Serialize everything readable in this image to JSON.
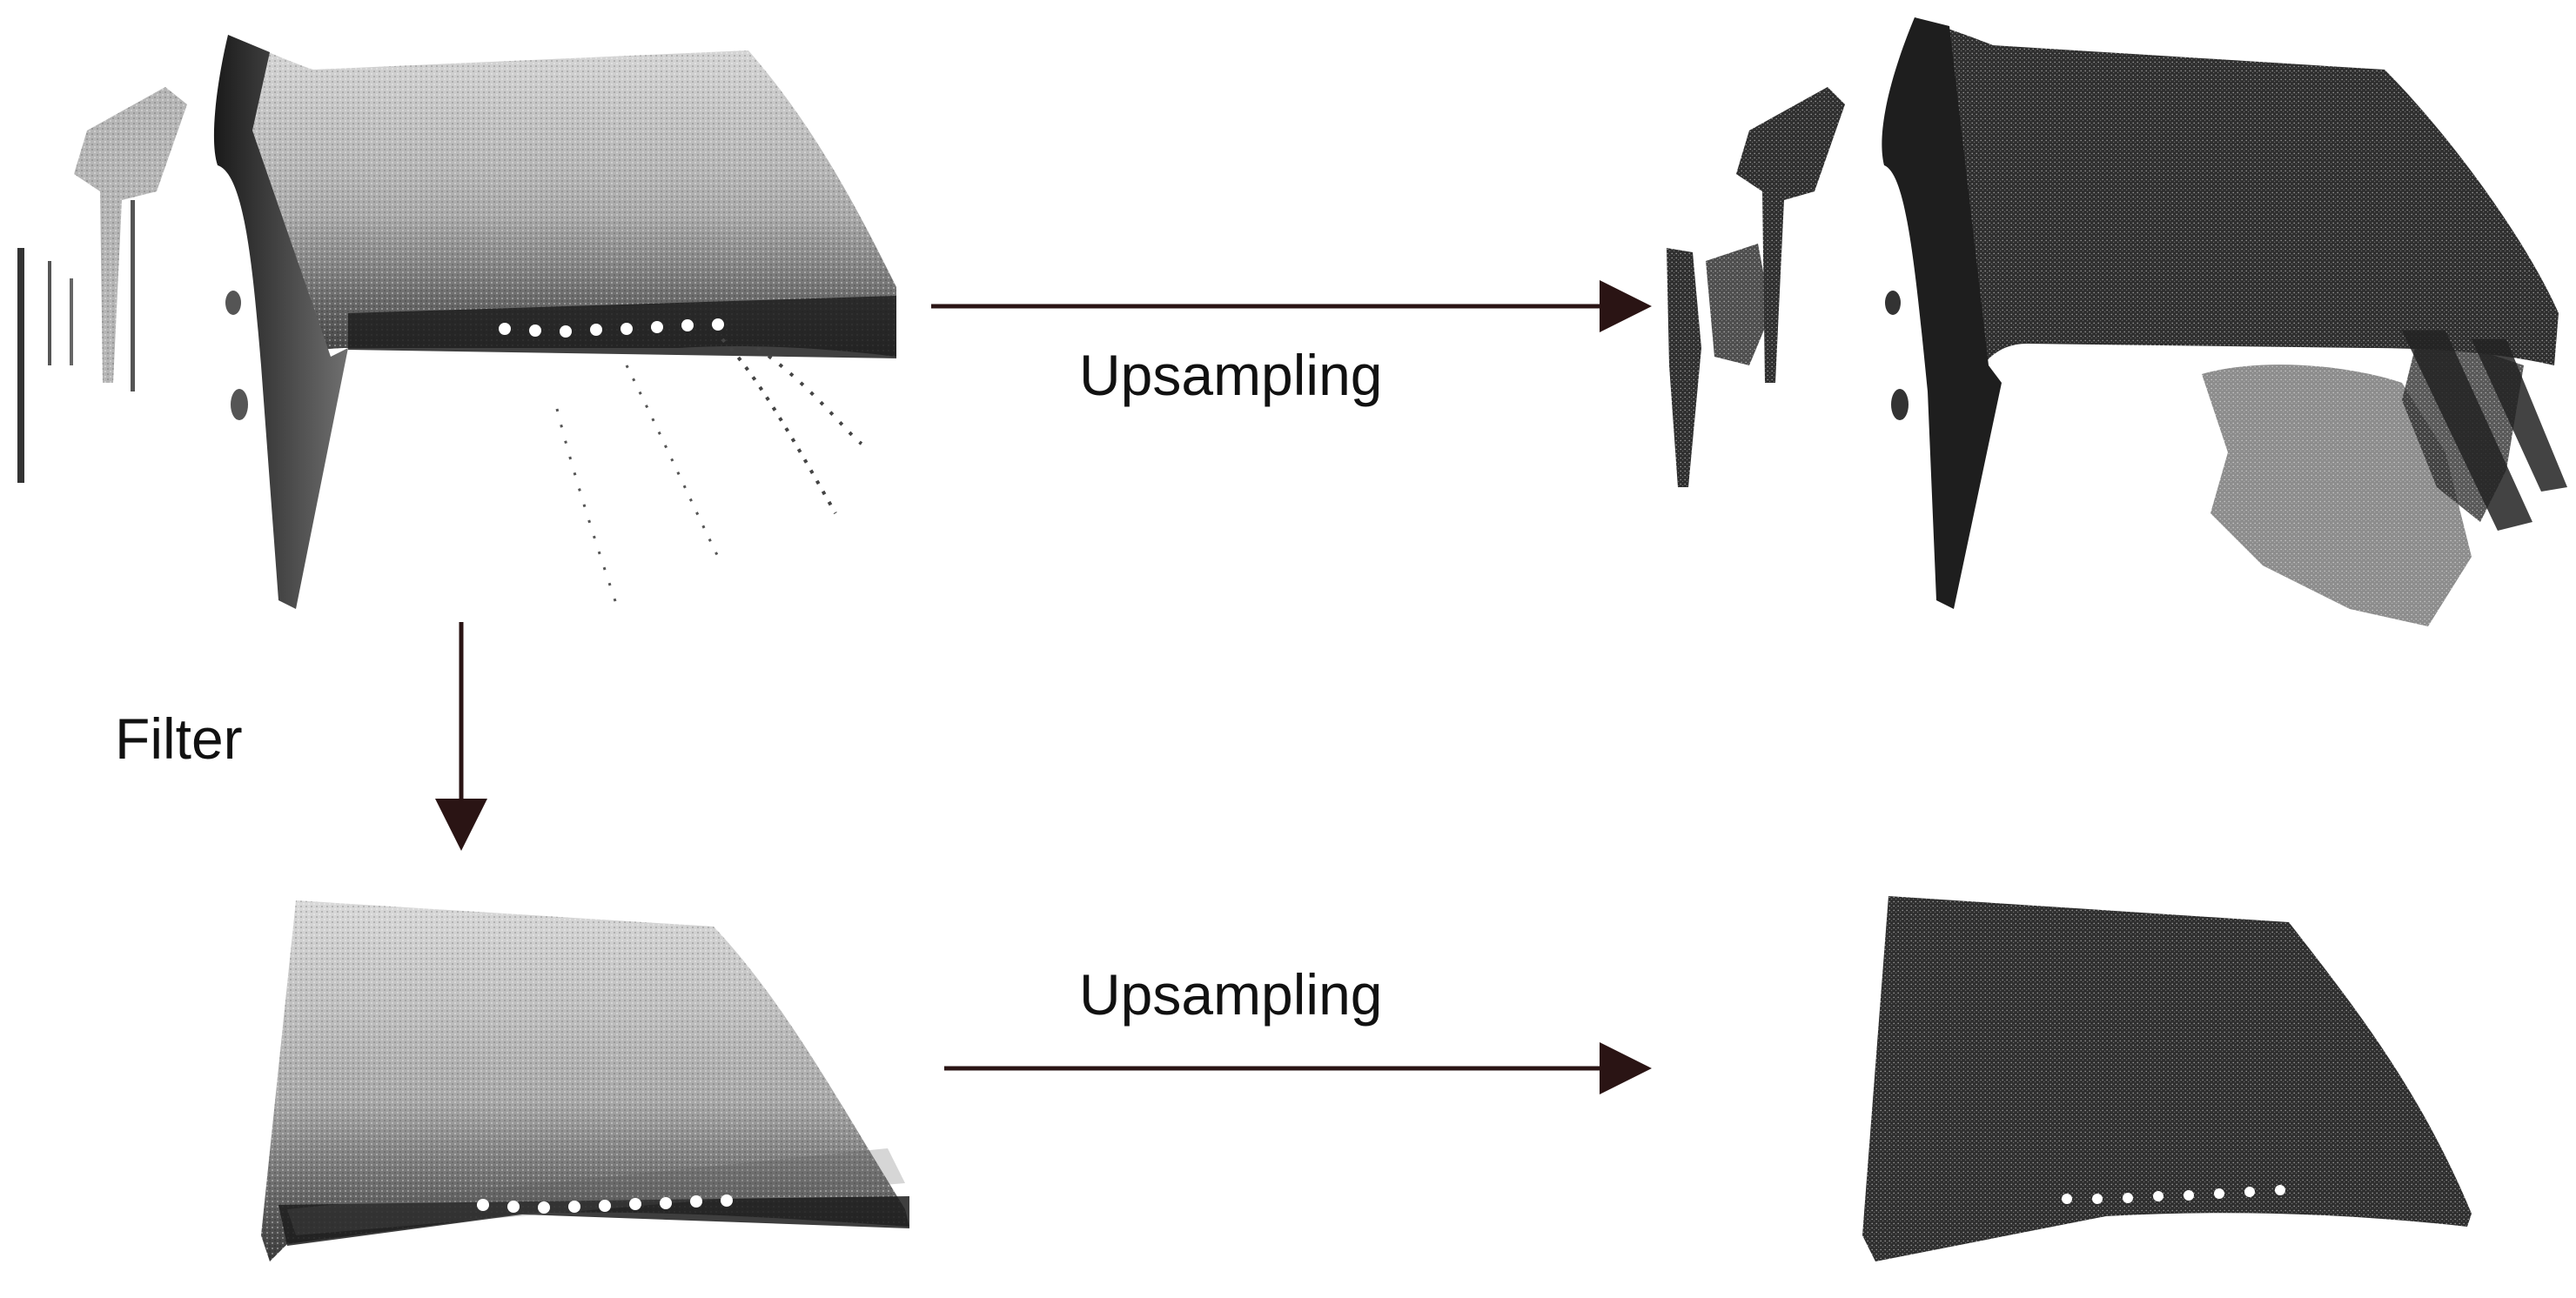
{
  "labels": {
    "upsampling_top": "Upsampling",
    "upsampling_bottom": "Upsampling",
    "filter": "Filter"
  },
  "colors": {
    "arrow": "#2a1414",
    "raw_cloud_light": "#c8c8c8",
    "raw_cloud_dark": "#2b2b2b",
    "upsampled_cloud": "#333333",
    "holes": "#ffffff"
  },
  "panels": [
    {
      "id": "raw",
      "description_name": "raw-point-cloud"
    },
    {
      "id": "upsampled",
      "description_name": "upsampled-point-cloud"
    },
    {
      "id": "filtered",
      "description_name": "filtered-point-cloud"
    },
    {
      "id": "filtered-upsampled",
      "description_name": "filtered-upsampled-point-cloud"
    }
  ]
}
